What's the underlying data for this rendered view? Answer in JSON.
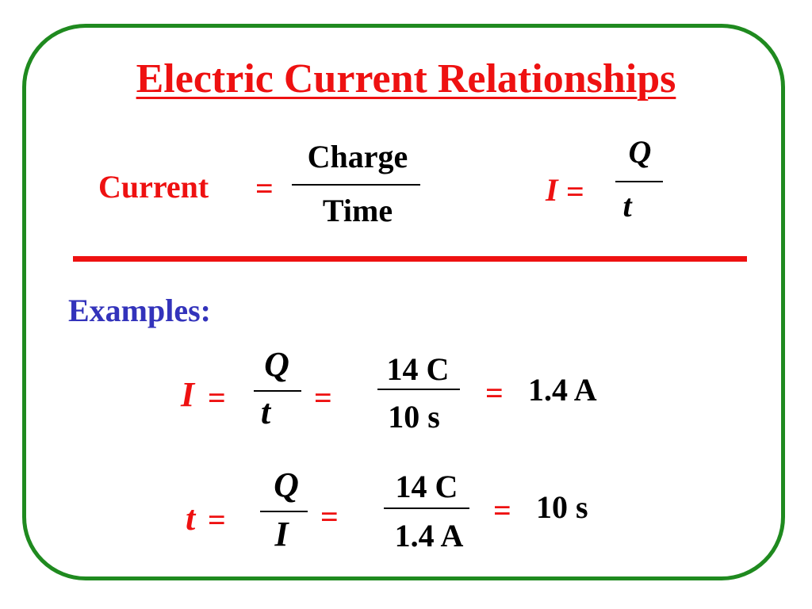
{
  "title": "Electric Current Relationships",
  "definition": {
    "word_lhs": "Current",
    "eq": "=",
    "word_num": "Charge",
    "word_den": "Time",
    "sym_lhs": "I",
    "sym_eq": "=",
    "sym_num": "Q",
    "sym_den": "t"
  },
  "examples_label": "Examples:",
  "example1": {
    "lhs": "I",
    "eq1": "=",
    "num1": "Q",
    "den1": "t",
    "eq2": "=",
    "num2": "14 C",
    "den2": "10 s",
    "eq3": "=",
    "result": "1.4 A"
  },
  "example2": {
    "lhs": "t",
    "eq1": "=",
    "num1": "Q",
    "den1": "I",
    "eq2": "=",
    "num2": "14 C",
    "den2": "1.4 A",
    "eq3": "=",
    "result": "10 s"
  },
  "colors": {
    "title": "#ee1111",
    "frame": "#1f8a1f",
    "examples_label": "#3333bb",
    "text": "#000000"
  }
}
